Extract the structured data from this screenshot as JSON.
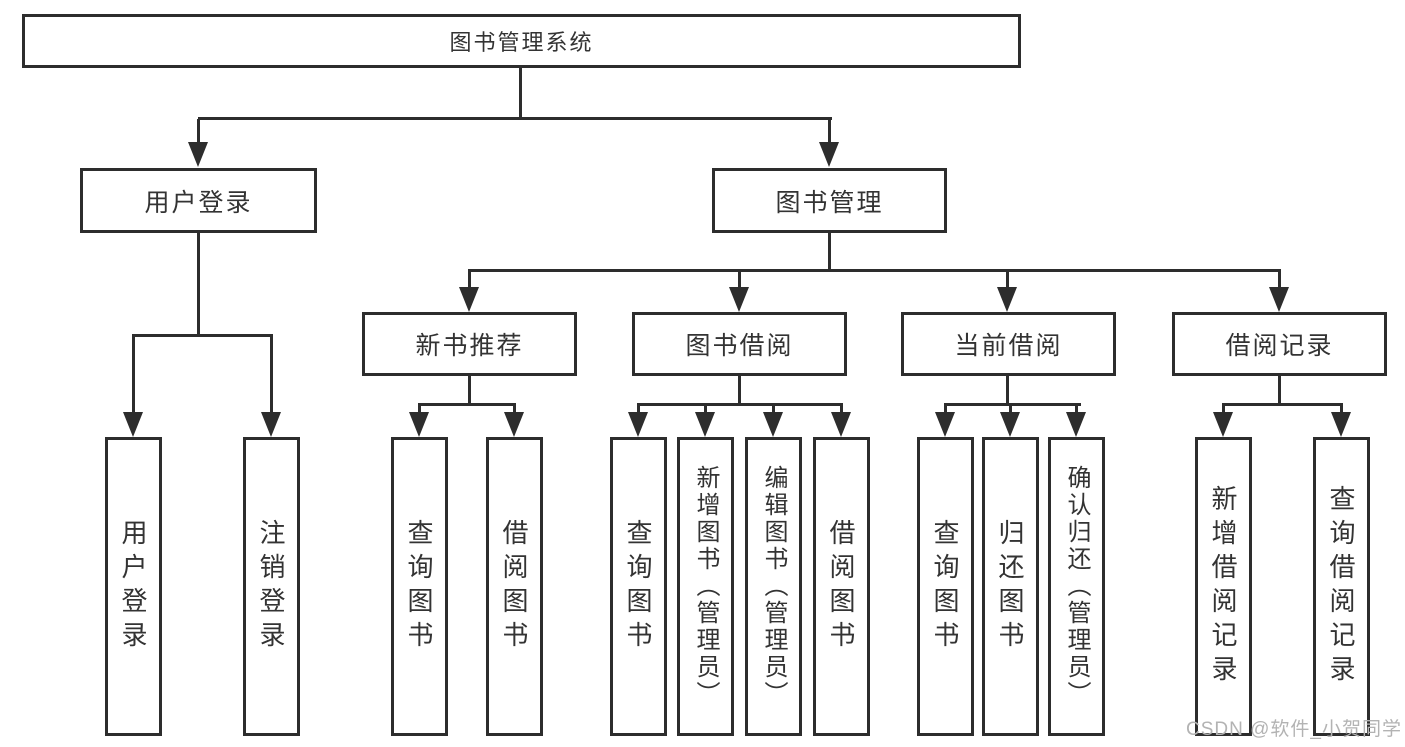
{
  "tree": {
    "root": {
      "label": "图书管理系统"
    },
    "level2": [
      {
        "label": "用户登录",
        "children": [
          "用户登录",
          "注销登录"
        ]
      },
      {
        "label": "图书管理"
      }
    ],
    "level3": [
      {
        "label": "新书推荐",
        "children": [
          "查询图书",
          "借阅图书"
        ]
      },
      {
        "label": "图书借阅",
        "children": [
          "查询图书",
          "新增图书（管理员）",
          "编辑图书（管理员）",
          "借阅图书"
        ]
      },
      {
        "label": "当前借阅",
        "children": [
          "查询图书",
          "归还图书",
          "确认归还（管理员）"
        ]
      },
      {
        "label": "借阅记录",
        "children": [
          "新增借阅记录",
          "查询借阅记录"
        ]
      }
    ]
  },
  "watermark": {
    "text": "CSDN @软件_小贺同学"
  },
  "colors": {
    "line": "#2d2d2d",
    "text": "#333333",
    "watermark": "#b3b3b3",
    "background": "#ffffff"
  }
}
